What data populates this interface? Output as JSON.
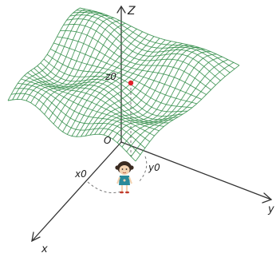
{
  "axes": {
    "z_label": "Z",
    "x_label": "x",
    "y_label": "y",
    "origin_label": "O"
  },
  "point": {
    "label": "z0",
    "color": "#e0202a"
  },
  "projections": {
    "x0_label": "x0",
    "y0_label": "y0"
  },
  "surface": {
    "color": "#2e8b45",
    "description_icon": "wavy-mesh-surface"
  },
  "figure": {
    "icon": "child-figure-icon"
  }
}
